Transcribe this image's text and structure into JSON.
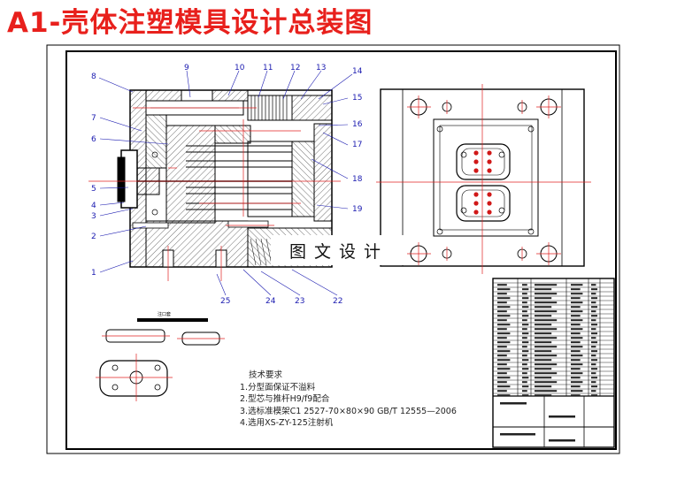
{
  "title": "A1-壳体注塑模具设计总装图",
  "watermark": "图文设计",
  "callouts": [
    "1",
    "2",
    "3",
    "4",
    "5",
    "6",
    "7",
    "8",
    "9",
    "10",
    "11",
    "12",
    "13",
    "14",
    "15",
    "16",
    "17",
    "18",
    "19",
    "22",
    "23",
    "24",
    "25"
  ],
  "detail_label": "注口套",
  "tech": {
    "heading": "技术要求",
    "items": [
      "1.分型面保证不溢料",
      "2.型芯与推杆H9/f9配合",
      "3.选标准模架C1 2527-70×80×90 GB/T 12555—2006",
      "4.选用XS-ZY-125注射机"
    ]
  },
  "colors": {
    "title": "#e8201c",
    "callout": "#1a1ab0",
    "centerline": "#e02020"
  }
}
